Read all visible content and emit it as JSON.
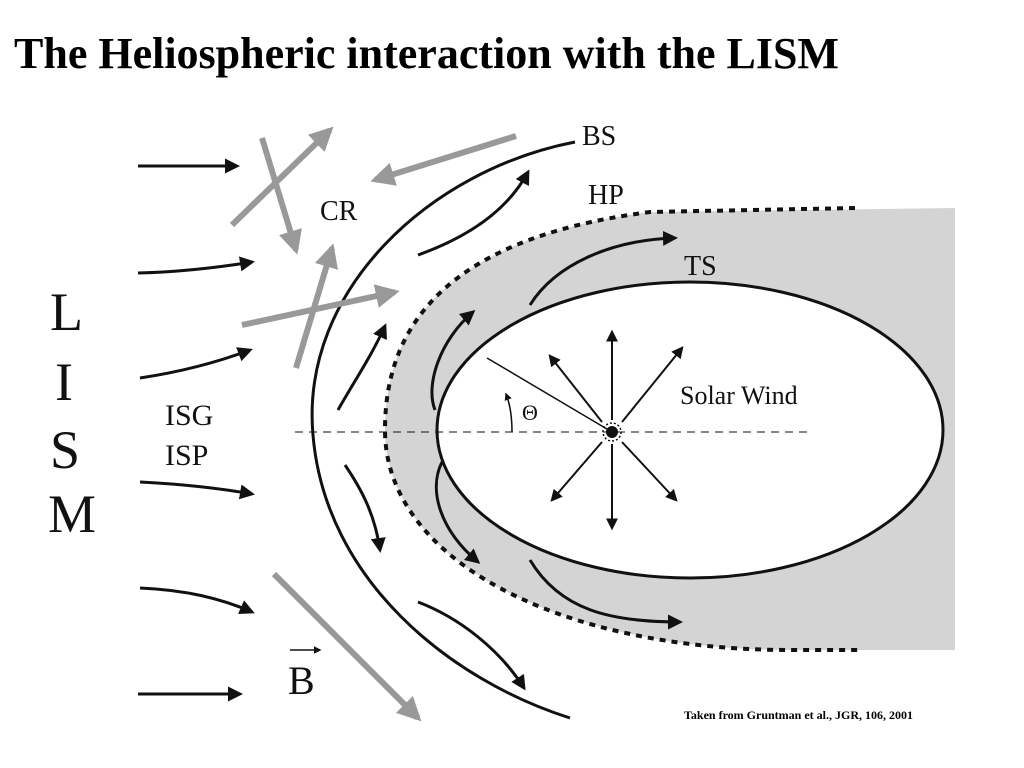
{
  "slide": {
    "title": "The Heliospheric interaction with the LISM",
    "citation": "Taken from Gruntman et al., JGR, 106, 2001"
  },
  "diagram": {
    "labels": {
      "lism": [
        "L",
        "I",
        "S",
        "M"
      ],
      "bs": "BS",
      "hp": "HP",
      "ts": "TS",
      "cr": "CR",
      "solar_wind": "Solar Wind",
      "isg": "ISG",
      "isp": "ISP",
      "b_field": "B",
      "theta": "Θ"
    },
    "colors": {
      "ink": "#111111",
      "heliosheath_fill": "#d4d4d4",
      "gray_arrow": "#999999"
    }
  }
}
